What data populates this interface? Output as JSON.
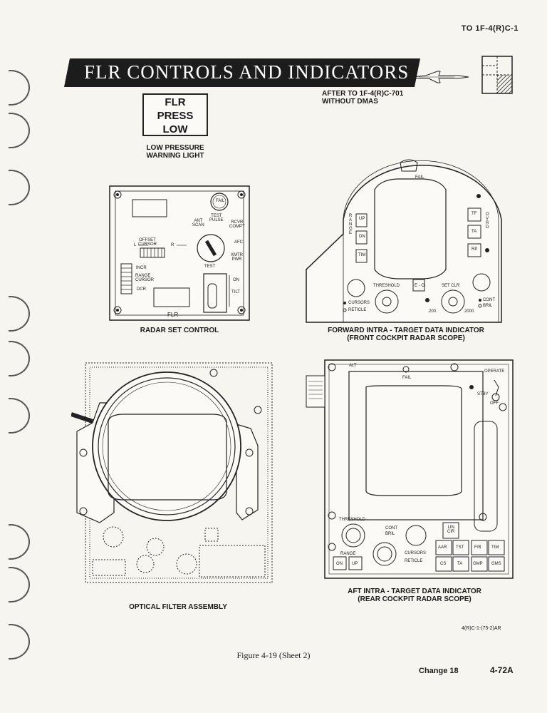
{
  "header": {
    "doc_id": "TO 1F-4(R)C-1"
  },
  "title": {
    "text": "FLR CONTROLS AND INDICATORS"
  },
  "config_note": [
    "AFTER TO 1F-4(R)C-701",
    "WITHOUT DMAS"
  ],
  "warning_light": {
    "lines": [
      "FLR",
      "PRESS",
      "LOW"
    ],
    "caption": [
      "LOW PRESSURE",
      "WARNING LIGHT"
    ]
  },
  "radar_set_control": {
    "caption": "RADAR SET CONTROL",
    "labels": {
      "fail": "FAIL",
      "test_pulse": "TEST\nPULSE",
      "ant_scan": "ANT\nSCAN",
      "rcvr_compt": "RCVR\nCOMPT",
      "afc": "AFC",
      "xmtr_pwr": "XMTR\nPWR",
      "test": "TEST",
      "offset_cursor": "OFFSET\nCURSOR",
      "l": "L",
      "r": "R",
      "incr": "INCR",
      "range_cursor": "RANGE\nCURSOR",
      "dcr": "DCR",
      "on": "ON",
      "tilt": "TILT",
      "flr": "FLR"
    }
  },
  "forward_indicator": {
    "caption": [
      "FORWARD INTRA - TARGET DATA INDICATOR",
      "(FRONT COCKPIT RADAR SCOPE)"
    ],
    "labels": {
      "fail": "FAIL",
      "range": "RANGE",
      "up": "UP",
      "dn": "DN",
      "tim": "TIM",
      "tf": "TF",
      "ta": "TA",
      "rp": "RP",
      "ovrd": "OVRD",
      "threshold": "THRESHOLD",
      "eo": "E - O",
      "set_clr": "SET CLR",
      "cursors": "CURSORS",
      "reticle": "RETICLE",
      "cont": "CONT",
      "bril": "BRIL",
      "v200": "200",
      "v2000": "2000"
    }
  },
  "optical_filter": {
    "caption": "OPTICAL FILTER ASSEMBLY"
  },
  "aft_indicator": {
    "caption": [
      "AFT INTRA - TARGET DATA INDICATOR",
      "(REAR COCKPIT RADAR SCOPE)"
    ],
    "labels": {
      "alt": "ALT",
      "fail": "FAIL",
      "operate": "OPERATE",
      "stby": "STBY",
      "off": "OFF",
      "threshold": "THRESHOLD",
      "cont": "CONT",
      "bril": "BRIL",
      "lin_cir": "LIN\nCIR",
      "range": "RANGE",
      "on": "ON",
      "up": "UP",
      "cursors": "CURSORS",
      "reticle": "RETICLE",
      "aar": "AAR",
      "tst": "TST",
      "fb": "F/B",
      "tim": "TIM",
      "cs": "CS",
      "ta": "TA",
      "gmp": "GMP",
      "gms": "GMS"
    }
  },
  "illustration_ref": "4(R)C-1-(75-2)AR",
  "figure_caption": "Figure 4-19 (Sheet 2)",
  "footer": {
    "change": "Change 18",
    "page": "4-72A"
  }
}
